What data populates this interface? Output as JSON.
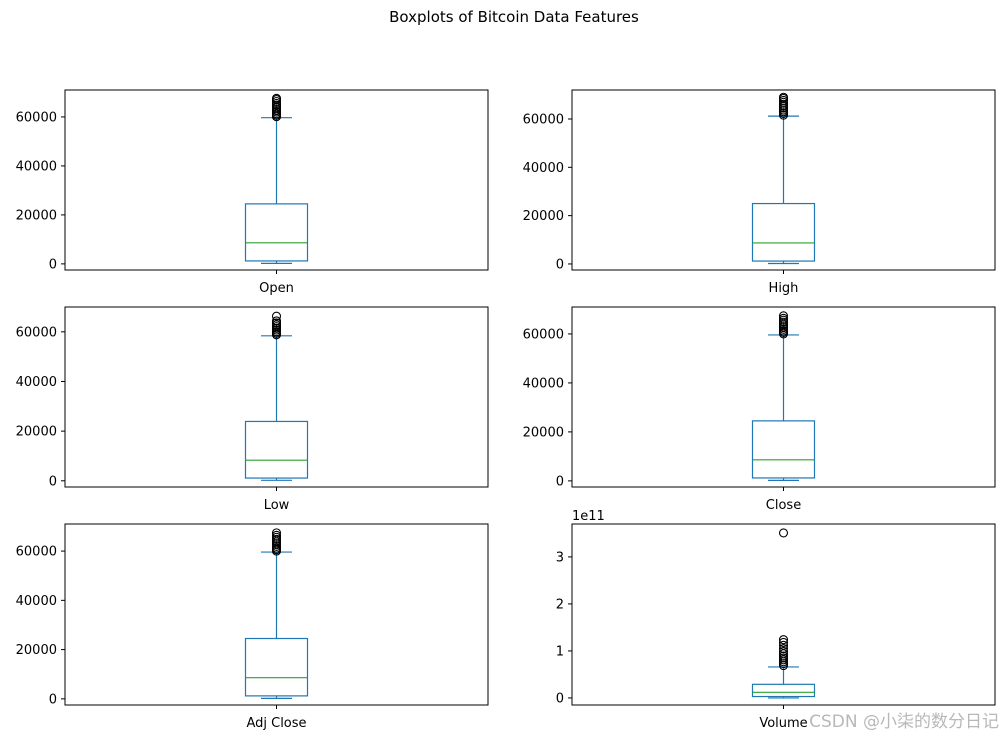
{
  "figure": {
    "title": "Boxplots of Bitcoin Data Features",
    "watermark": "CSDN @小柒的数分日记"
  },
  "colors": {
    "box": "#1f77b4",
    "median": "#2ca02c",
    "flier": "#000000",
    "axes": "#000000"
  },
  "chart_data": [
    {
      "type": "box",
      "category": "Open",
      "ylim": [
        -2500,
        71000
      ],
      "yticks": [
        0,
        20000,
        40000,
        60000
      ],
      "ytick_labels": [
        "0",
        "20000",
        "40000",
        "60000"
      ],
      "offset_label": "",
      "stats": {
        "whislo": 200,
        "q1": 1200,
        "med": 8600,
        "q3": 24500,
        "whishi": 59700
      },
      "fliers": [
        60100,
        60700,
        61300,
        62000,
        62600,
        63300,
        64000,
        64800,
        65500,
        66300,
        67100,
        67600
      ]
    },
    {
      "type": "box",
      "category": "High",
      "ylim": [
        -2500,
        72000
      ],
      "yticks": [
        0,
        20000,
        40000,
        60000
      ],
      "ytick_labels": [
        "0",
        "20000",
        "40000",
        "60000"
      ],
      "offset_label": "",
      "stats": {
        "whislo": 200,
        "q1": 1200,
        "med": 8700,
        "q3": 25000,
        "whishi": 61200
      },
      "fliers": [
        61600,
        62300,
        63000,
        63700,
        64500,
        65300,
        66100,
        66900,
        67700,
        68500,
        69000
      ]
    },
    {
      "type": "box",
      "category": "Low",
      "ylim": [
        -2500,
        70000
      ],
      "yticks": [
        0,
        20000,
        40000,
        60000
      ],
      "ytick_labels": [
        "0",
        "20000",
        "40000",
        "60000"
      ],
      "offset_label": "",
      "stats": {
        "whislo": 200,
        "q1": 1100,
        "med": 8300,
        "q3": 23900,
        "whishi": 58400
      },
      "fliers": [
        58800,
        59400,
        60000,
        60700,
        61400,
        62100,
        62800,
        63600,
        64400,
        66300
      ]
    },
    {
      "type": "box",
      "category": "Close",
      "ylim": [
        -2500,
        71000
      ],
      "yticks": [
        0,
        20000,
        40000,
        60000
      ],
      "ytick_labels": [
        "0",
        "20000",
        "40000",
        "60000"
      ],
      "offset_label": "",
      "stats": {
        "whislo": 200,
        "q1": 1200,
        "med": 8600,
        "q3": 24500,
        "whishi": 59600
      },
      "fliers": [
        60000,
        60600,
        61200,
        61900,
        62600,
        63300,
        64000,
        64800,
        65600,
        66400,
        67400
      ]
    },
    {
      "type": "box",
      "category": "Adj Close",
      "ylim": [
        -2500,
        71000
      ],
      "yticks": [
        0,
        20000,
        40000,
        60000
      ],
      "ytick_labels": [
        "0",
        "20000",
        "40000",
        "60000"
      ],
      "offset_label": "",
      "stats": {
        "whislo": 200,
        "q1": 1200,
        "med": 8600,
        "q3": 24500,
        "whishi": 59600
      },
      "fliers": [
        60000,
        60600,
        61200,
        61900,
        62600,
        63300,
        64000,
        64800,
        65600,
        66400,
        67400
      ]
    },
    {
      "type": "box",
      "category": "Volume",
      "ylim": [
        -0.15,
        3.7
      ],
      "yticks": [
        0,
        1,
        2,
        3
      ],
      "ytick_labels": [
        "0",
        "1",
        "2",
        "3"
      ],
      "offset_label": "1e11",
      "stats": {
        "whislo": 0.0,
        "q1": 0.03,
        "med": 0.12,
        "q3": 0.29,
        "whishi": 0.66
      },
      "fliers": [
        0.69,
        0.73,
        0.77,
        0.81,
        0.85,
        0.89,
        0.94,
        0.99,
        1.05,
        1.12,
        1.18,
        1.24,
        3.51
      ]
    }
  ]
}
